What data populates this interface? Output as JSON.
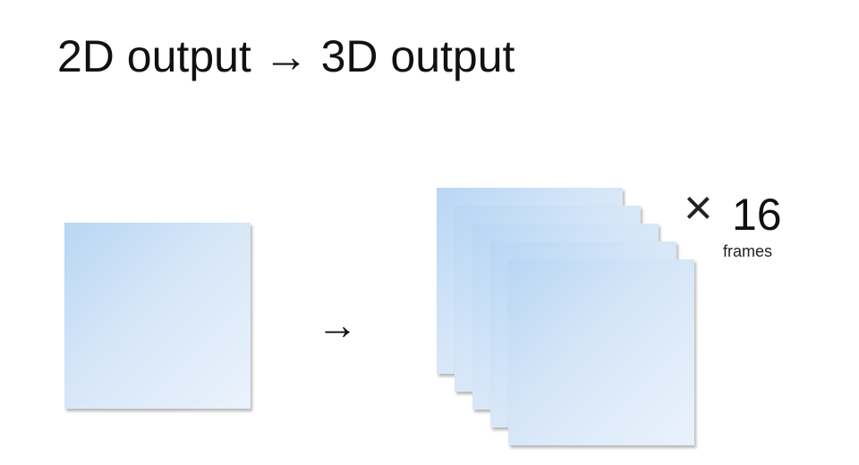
{
  "title": "2D output → 3D output",
  "arrow": "→",
  "stack": {
    "multiplier_symbol": "×",
    "count": "16",
    "unit": "frames",
    "visible_layers": 5
  },
  "colors": {
    "panel_light": "#eaf2fc",
    "panel_dark": "#b8d6f4",
    "text": "#111111"
  }
}
